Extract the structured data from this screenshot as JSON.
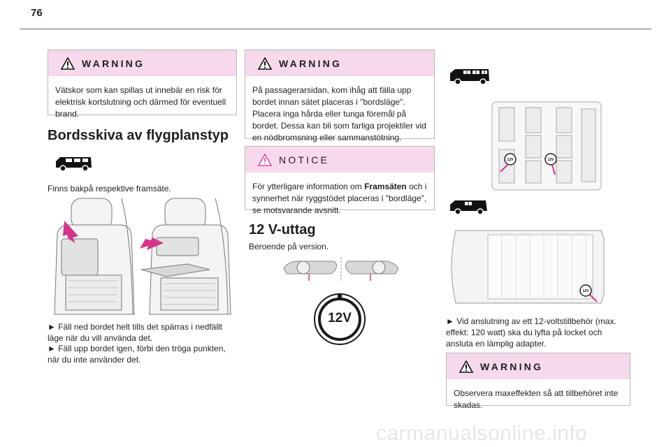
{
  "page": {
    "number": "76"
  },
  "col1": {
    "warning": {
      "title": "WARNING",
      "text": "Vätskor som kan spillas ut innebär en risk för elektrisk kortslutning och därmed för eventuell brand."
    },
    "heading": "Bordsskiva av flygplanstyp",
    "intro": "Finns bakpå respektive framsäte.",
    "steps": [
      "► Fäll ned bordet helt tills det spärras i nedfällt läge när du vill använda det.",
      "► Fäll upp bordet igen, förbi den tröga punkten, när du inte använder det."
    ]
  },
  "col2": {
    "warning": {
      "title": "WARNING",
      "text": "På passagerarsidan, kom ihåg att fälla upp bordet innan sätet placeras i \"bordsläge\". Placera inga hårda eller tunga föremål på bordet. Dessa kan bli som farliga projektiler vid en nödbromsning eller sammanstötning."
    },
    "notice": {
      "title": "NOTICE",
      "text_before": "För ytterligare information om ",
      "text_bold": "Framsäten",
      "text_after": " och i synnerhet när ryggstödet placeras i \"bordläge\", se motsvarande avsnitt."
    },
    "heading": "12 V-uttag",
    "intro": "Beroende på version.",
    "socket_label": "12V"
  },
  "col3": {
    "seat_badges": [
      "2",
      "3",
      "3",
      "2"
    ],
    "socket_label": "12V",
    "step": "► Vid anslutning av ett 12-voltstillbehör (max. effekt: 120 watt) ska du lyfta på locket och ansluta en lämplig adapter.",
    "warning": {
      "title": "WARNING",
      "text": "Observera maxeffekten så att tillbehöret inte skadas."
    }
  },
  "watermark": "carmanualsonline.info",
  "colors": {
    "box_header": "#f6d9ec",
    "arrow": "#d6338a",
    "border": "#b9b9b9"
  }
}
